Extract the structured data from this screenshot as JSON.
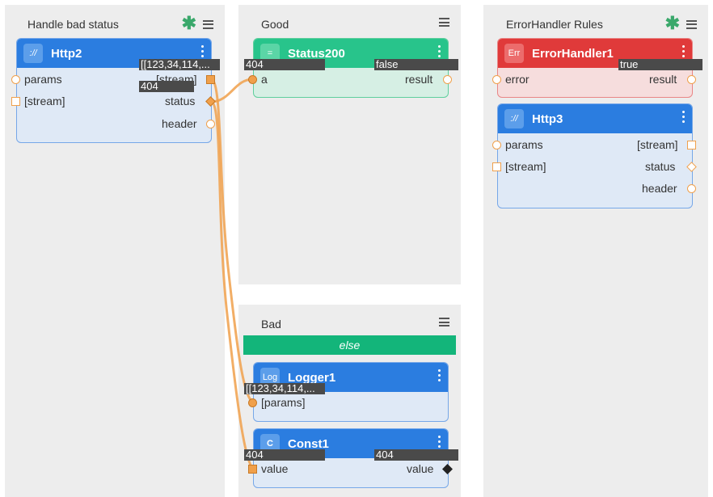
{
  "panels": {
    "handle_bad_status": {
      "title": "Handle bad status"
    },
    "good": {
      "title": "Good"
    },
    "bad": {
      "title": "Bad",
      "branch_label": "else"
    },
    "error_handler_rules": {
      "title": "ErrorHandler Rules"
    }
  },
  "nodes": {
    "http2": {
      "icon": "://",
      "name": "Http2",
      "inputs": [
        "params",
        "[stream]"
      ],
      "outputs": [
        "[stream]",
        "status",
        "header"
      ]
    },
    "status200": {
      "icon": "=",
      "name": "Status200",
      "inputs": [
        "a"
      ],
      "outputs": [
        "result"
      ]
    },
    "logger1": {
      "icon": "Log",
      "name": "Logger1",
      "inputs": [
        "[params]"
      ]
    },
    "const1": {
      "icon": "C",
      "name": "Const1",
      "inputs": [
        "value"
      ],
      "outputs": [
        "value"
      ]
    },
    "errorhandler1": {
      "icon": "Err",
      "name": "ErrorHandler1",
      "inputs": [
        "error"
      ],
      "outputs": [
        "result"
      ]
    },
    "http3": {
      "icon": "://",
      "name": "Http3",
      "inputs": [
        "params",
        "[stream]"
      ],
      "outputs": [
        "[stream]",
        "status",
        "header"
      ]
    }
  },
  "value_tags": {
    "http2_stream": "[[123,34,114,...",
    "http2_status": "404",
    "status200_a": "404",
    "status200_result": "false",
    "logger1_params": "[[123,34,114,...",
    "const1_input": "404",
    "const1_output": "404",
    "errorhandler1_result": "true"
  },
  "colors": {
    "panel_bg": "#ededed",
    "node_blue": "#2b7de0",
    "node_green": "#28c48b",
    "node_red": "#e03a3a",
    "else_green": "#13b57a",
    "wire_orange": "#f0a04b",
    "star_green": "#3aa86b"
  },
  "icons": {
    "panel_add": "asterisk-icon",
    "panel_menu": "hamburger-icon",
    "node_menu": "kebab-icon"
  }
}
